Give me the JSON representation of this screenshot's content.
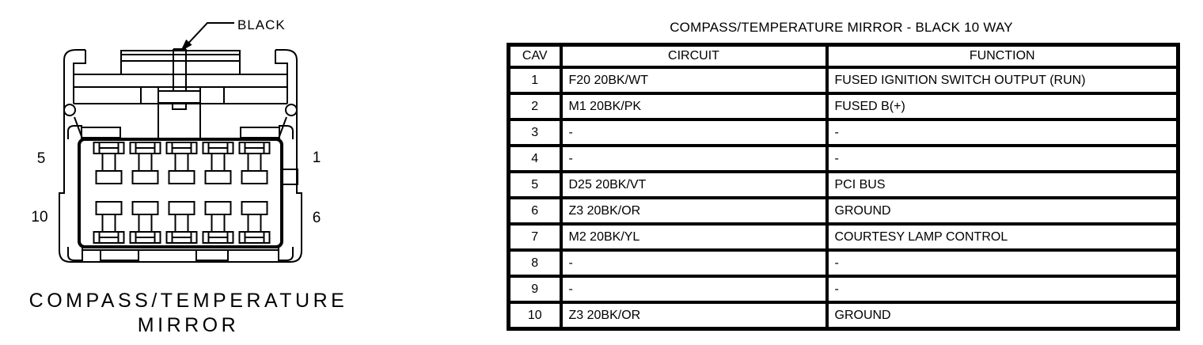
{
  "diagram": {
    "connector_color_label": "BLACK",
    "caption_line1": "COMPASS/TEMPERATURE",
    "caption_line2": "MIRROR",
    "pin_labels": {
      "top_left": "5",
      "top_right": "1",
      "bottom_left": "10",
      "bottom_right": "6"
    }
  },
  "table": {
    "title": "COMPASS/TEMPERATURE MIRROR - BLACK 10 WAY",
    "headers": {
      "cav": "CAV",
      "circuit": "CIRCUIT",
      "function": "FUNCTION"
    },
    "rows": [
      {
        "cav": "1",
        "circuit": "F20 20BK/WT",
        "function": "FUSED IGNITION SWITCH OUTPUT (RUN)"
      },
      {
        "cav": "2",
        "circuit": "M1 20BK/PK",
        "function": "FUSED B(+)"
      },
      {
        "cav": "3",
        "circuit": "-",
        "function": "-"
      },
      {
        "cav": "4",
        "circuit": "-",
        "function": "-"
      },
      {
        "cav": "5",
        "circuit": "D25 20BK/VT",
        "function": "PCI BUS"
      },
      {
        "cav": "6",
        "circuit": "Z3 20BK/OR",
        "function": "GROUND"
      },
      {
        "cav": "7",
        "circuit": "M2 20BK/YL",
        "function": "COURTESY LAMP CONTROL"
      },
      {
        "cav": "8",
        "circuit": "-",
        "function": "-"
      },
      {
        "cav": "9",
        "circuit": "-",
        "function": "-"
      },
      {
        "cav": "10",
        "circuit": "Z3 20BK/OR",
        "function": "GROUND"
      }
    ]
  },
  "colors": {
    "ink": "#000000",
    "background": "#ffffff"
  }
}
